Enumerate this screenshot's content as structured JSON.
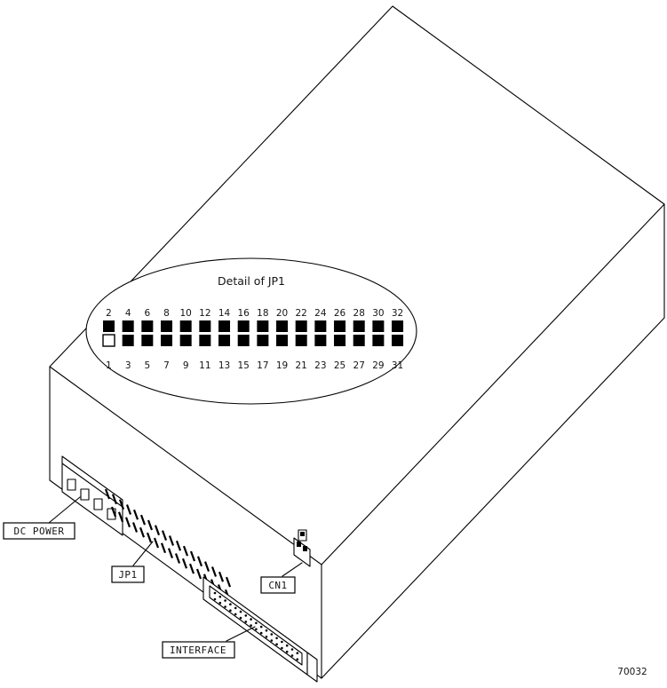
{
  "figure_number": "70032",
  "detail": {
    "title": "Detail of JP1",
    "top_row_numbers": [
      "2",
      "4",
      "6",
      "8",
      "10",
      "12",
      "14",
      "16",
      "18",
      "20",
      "22",
      "24",
      "26",
      "28",
      "30",
      "32"
    ],
    "bottom_row_numbers": [
      "1",
      "3",
      "5",
      "7",
      "9",
      "11",
      "13",
      "15",
      "17",
      "19",
      "21",
      "23",
      "25",
      "27",
      "29",
      "31"
    ],
    "open_pin": "1",
    "pin_fill_color": "#000000"
  },
  "labels": {
    "dc_power": "DC POWER",
    "jp1": "JP1",
    "cn1": "CN1",
    "interface": "INTERFACE"
  },
  "colors": {
    "line": "#000000",
    "background": "#ffffff"
  }
}
